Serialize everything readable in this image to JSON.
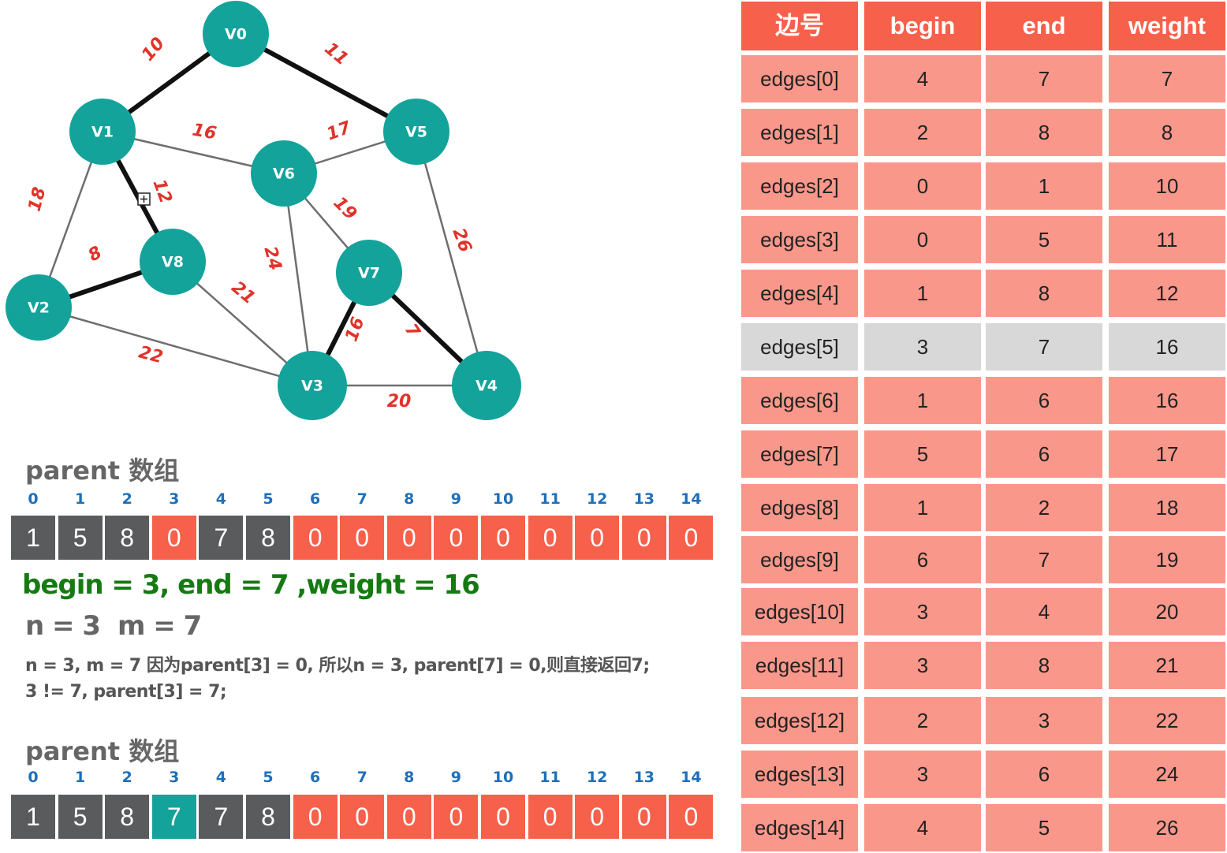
{
  "graph": {
    "nodes": [
      "V0",
      "V1",
      "V2",
      "V3",
      "V4",
      "V5",
      "V6",
      "V7",
      "V8"
    ],
    "edges": [
      {
        "from": "V0",
        "to": "V1",
        "weight": "10",
        "selected": true
      },
      {
        "from": "V0",
        "to": "V5",
        "weight": "11",
        "selected": true
      },
      {
        "from": "V1",
        "to": "V6",
        "weight": "16",
        "selected": false
      },
      {
        "from": "V5",
        "to": "V6",
        "weight": "17",
        "selected": false
      },
      {
        "from": "V1",
        "to": "V8",
        "weight": "12",
        "selected": true
      },
      {
        "from": "V1",
        "to": "V2",
        "weight": "18",
        "selected": false
      },
      {
        "from": "V6",
        "to": "V7",
        "weight": "19",
        "selected": false
      },
      {
        "from": "V5",
        "to": "V4",
        "weight": "26",
        "selected": false
      },
      {
        "from": "V2",
        "to": "V8",
        "weight": "8",
        "selected": true
      },
      {
        "from": "V6",
        "to": "V3",
        "weight": "24",
        "selected": false
      },
      {
        "from": "V8",
        "to": "V3",
        "weight": "21",
        "selected": false
      },
      {
        "from": "V7",
        "to": "V3",
        "weight": "16",
        "selected": true
      },
      {
        "from": "V7",
        "to": "V4",
        "weight": "7",
        "selected": true
      },
      {
        "from": "V2",
        "to": "V3",
        "weight": "22",
        "selected": false
      },
      {
        "from": "V3",
        "to": "V4",
        "weight": "20",
        "selected": false
      }
    ]
  },
  "parent_top": {
    "title": "parent 数组",
    "indices": [
      "0",
      "1",
      "2",
      "3",
      "4",
      "5",
      "6",
      "7",
      "8",
      "9",
      "10",
      "11",
      "12",
      "13",
      "14"
    ],
    "values": [
      "1",
      "5",
      "8",
      "0",
      "7",
      "8",
      "0",
      "0",
      "0",
      "0",
      "0",
      "0",
      "0",
      "0",
      "0"
    ],
    "states": [
      "gray",
      "gray",
      "gray",
      "red",
      "gray",
      "gray",
      "red",
      "red",
      "red",
      "red",
      "red",
      "red",
      "red",
      "red",
      "red"
    ]
  },
  "step": "begin = 3, end = 7 ,weight = 16",
  "nm": {
    "n": "n = 3",
    "m": "m = 7"
  },
  "notes": [
    "n = 3, m = 7  因为parent[3] = 0, 所以n = 3, parent[7] = 0,则直接返回7;",
    "3 != 7, parent[3] = 7;"
  ],
  "parent_bottom": {
    "title": "parent 数组",
    "indices": [
      "0",
      "1",
      "2",
      "3",
      "4",
      "5",
      "6",
      "7",
      "8",
      "9",
      "10",
      "11",
      "12",
      "13",
      "14"
    ],
    "values": [
      "1",
      "5",
      "8",
      "7",
      "7",
      "8",
      "0",
      "0",
      "0",
      "0",
      "0",
      "0",
      "0",
      "0",
      "0"
    ],
    "states": [
      "gray",
      "gray",
      "gray",
      "teal",
      "gray",
      "gray",
      "red",
      "red",
      "red",
      "red",
      "red",
      "red",
      "red",
      "red",
      "red"
    ]
  },
  "edge_table": {
    "headers": [
      "边号",
      "begin",
      "end",
      "weight"
    ],
    "highlighted_row": 5,
    "rows": [
      [
        "edges[0]",
        "4",
        "7",
        "7"
      ],
      [
        "edges[1]",
        "2",
        "8",
        "8"
      ],
      [
        "edges[2]",
        "0",
        "1",
        "10"
      ],
      [
        "edges[3]",
        "0",
        "5",
        "11"
      ],
      [
        "edges[4]",
        "1",
        "8",
        "12"
      ],
      [
        "edges[5]",
        "3",
        "7",
        "16"
      ],
      [
        "edges[6]",
        "1",
        "6",
        "16"
      ],
      [
        "edges[7]",
        "5",
        "6",
        "17"
      ],
      [
        "edges[8]",
        "1",
        "2",
        "18"
      ],
      [
        "edges[9]",
        "6",
        "7",
        "19"
      ],
      [
        "edges[10]",
        "3",
        "4",
        "20"
      ],
      [
        "edges[11]",
        "3",
        "8",
        "21"
      ],
      [
        "edges[12]",
        "2",
        "3",
        "22"
      ],
      [
        "edges[13]",
        "3",
        "6",
        "24"
      ],
      [
        "edges[14]",
        "4",
        "5",
        "26"
      ]
    ]
  },
  "colors": {
    "node": "#13a39a",
    "edge_label": "#e0332a",
    "header": "#f7604a",
    "row": "#fa978b",
    "row_highlight": "#d8d8d8",
    "cell_gray": "#5a5b5c",
    "cell_red": "#f7604a",
    "cell_teal": "#13a39a",
    "step_text": "#157a12",
    "index_text": "#1f6fb8"
  }
}
